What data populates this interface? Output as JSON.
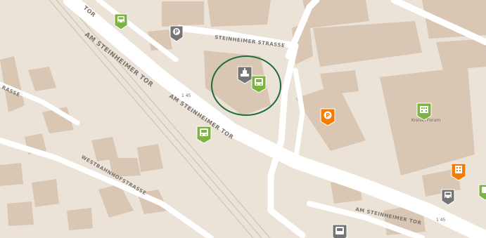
{
  "map": {
    "streets": {
      "am_steinheimer_tor_main": "AM STEINHEIMER TOR",
      "am_steinheimer_tor_mid": "AM STEINHEIMER TOR",
      "am_steinheimer_tor_bottom": "AM STEINHEIMER TOR",
      "am_steinheimer_tor_top_fragment": "TOR",
      "steinheimer_strasse": "STEINHEIMER STRASSE",
      "westbahnhofstrasse": "WESTBAHNHOFSTRASSE",
      "left_fragment": "RASSE"
    },
    "labels": {
      "house_number_a": "1 45",
      "house_number_b": "1 45",
      "building_name": "Kreisel Forum"
    },
    "colors": {
      "background": "#ece3d8",
      "building": "#d9c7b4",
      "road": "#ffffff",
      "marker_green": "#7cb342",
      "marker_gray": "#757575",
      "marker_orange": "#f57c00",
      "highlight_circle": "#1e6b3a"
    },
    "markers": [
      {
        "icon": "bus-stop-icon",
        "color": "green"
      },
      {
        "icon": "parking-icon",
        "color": "gray"
      },
      {
        "icon": "landmark-icon",
        "color": "gray"
      },
      {
        "icon": "bus-stop-icon",
        "color": "green"
      },
      {
        "icon": "bus-stop-icon",
        "color": "green"
      },
      {
        "icon": "parking-icon",
        "color": "orange"
      },
      {
        "icon": "building-icon",
        "color": "green"
      },
      {
        "icon": "building-icon",
        "color": "orange"
      },
      {
        "icon": "bus-stop-icon",
        "color": "gray"
      },
      {
        "icon": "bus-stop-icon",
        "color": "green"
      },
      {
        "icon": "bus-stop-icon",
        "color": "gray"
      }
    ]
  }
}
